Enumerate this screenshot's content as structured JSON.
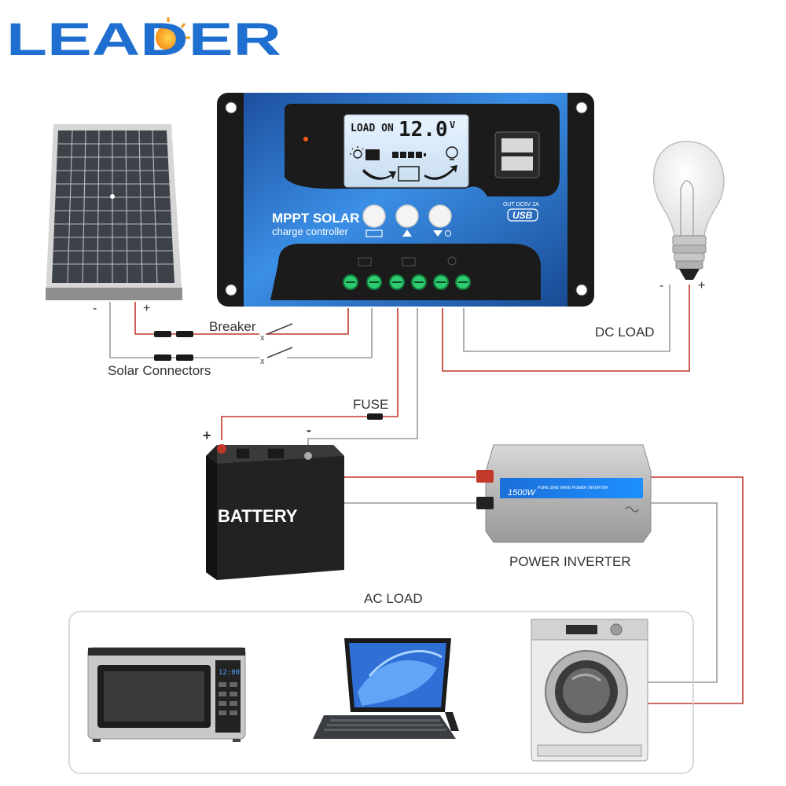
{
  "brand": {
    "logo_text": "LEADER",
    "colors": {
      "blue": "#1f6fd1",
      "orange": "#f59a1a"
    }
  },
  "controller": {
    "lcd_mode": "LOAD ON",
    "lcd_value": "12.0",
    "lcd_unit": "V",
    "title": "MPPT SOLAR",
    "subtitle": "charge controller",
    "usb_rating": "OUT DC5V 2A",
    "usb_badge": "USB",
    "buttons": [
      {
        "icon": "panel-icon"
      },
      {
        "icon": "up-arrow-icon"
      },
      {
        "icon": "down-arrow-icon"
      }
    ],
    "terminal_count": 6
  },
  "labels": {
    "panel_minus": "-",
    "panel_plus": "+",
    "breaker": "Breaker",
    "solar_connectors": "Solar Connectors",
    "fuse": "FUSE",
    "battery": "BATTERY",
    "battery_plus": "+",
    "battery_minus": "-",
    "dc_load": "DC LOAD",
    "bulb_minus": "-",
    "bulb_plus": "+",
    "power_inverter": "POWER INVERTER",
    "inverter_watt": "1500W",
    "inverter_model": "PURE SINE WAVE POWER INVERTER",
    "ac_load": "AC LOAD",
    "microwave_clock": "12:00"
  },
  "wire_colors": {
    "positive": "#c0392b",
    "negative": "#9a9a9a"
  }
}
